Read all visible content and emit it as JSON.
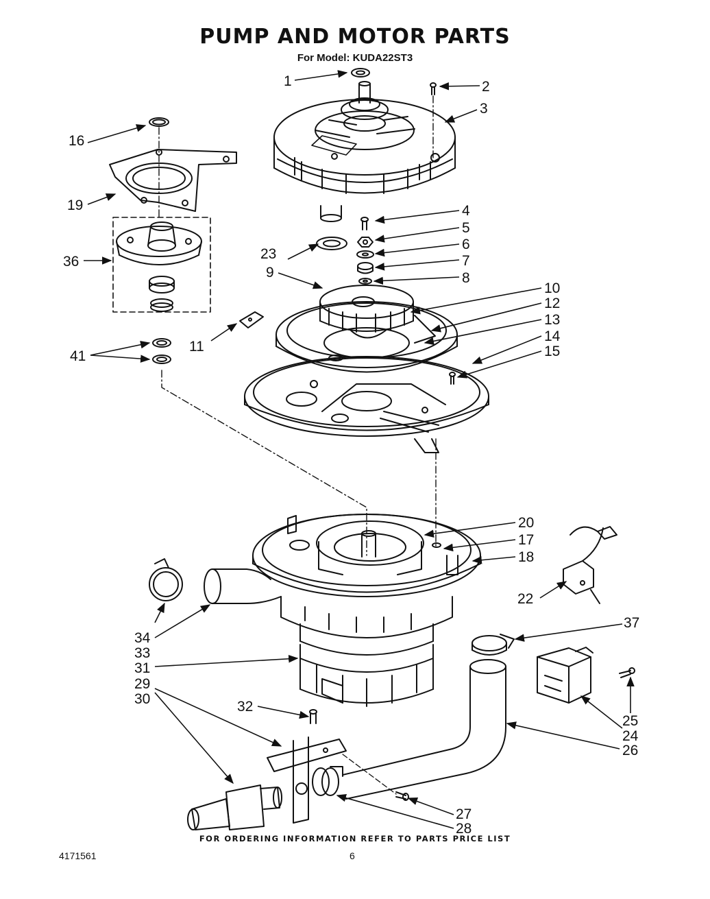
{
  "header": {
    "title": "PUMP AND MOTOR PARTS",
    "subtitle": "For Model: KUDA22ST3"
  },
  "callouts": [
    "1",
    "2",
    "3",
    "4",
    "5",
    "6",
    "7",
    "8",
    "9",
    "10",
    "11",
    "12",
    "13",
    "14",
    "15",
    "16",
    "17",
    "18",
    "19",
    "20",
    "22",
    "23",
    "24",
    "25",
    "26",
    "27",
    "28",
    "29",
    "30",
    "31",
    "32",
    "33",
    "34",
    "36",
    "37",
    "41"
  ],
  "footer": {
    "ordering_note": "FOR ORDERING INFORMATION REFER TO PARTS PRICE LIST",
    "document_number": "4171561",
    "page_number": "6"
  }
}
